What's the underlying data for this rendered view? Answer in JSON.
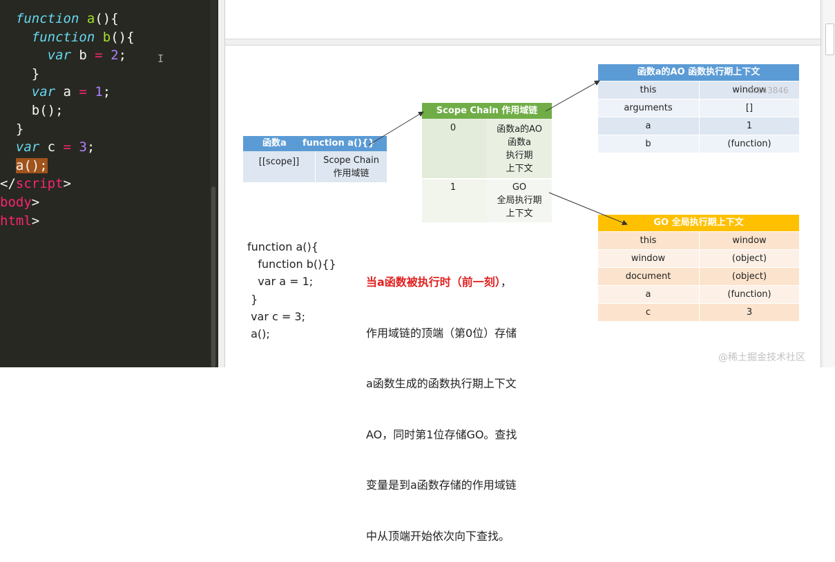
{
  "editor": {
    "lines": [
      {
        "indent": "  ",
        "parts": [
          {
            "t": "function",
            "c": "kw"
          },
          {
            "t": " ",
            "c": ""
          },
          {
            "t": "a",
            "c": "fn"
          },
          {
            "t": "(){",
            "c": ""
          }
        ]
      },
      {
        "indent": "    ",
        "parts": [
          {
            "t": "function",
            "c": "kw"
          },
          {
            "t": " ",
            "c": ""
          },
          {
            "t": "b",
            "c": "fn"
          },
          {
            "t": "(){",
            "c": ""
          }
        ]
      },
      {
        "indent": "      ",
        "parts": [
          {
            "t": "var",
            "c": "kw"
          },
          {
            "t": " b ",
            "c": ""
          },
          {
            "t": "=",
            "c": "op"
          },
          {
            "t": " ",
            "c": ""
          },
          {
            "t": "2",
            "c": "num"
          },
          {
            "t": ";",
            "c": ""
          }
        ]
      },
      {
        "indent": "    ",
        "parts": [
          {
            "t": "}",
            "c": ""
          }
        ]
      },
      {
        "indent": "    ",
        "parts": [
          {
            "t": "var",
            "c": "kw"
          },
          {
            "t": " a ",
            "c": ""
          },
          {
            "t": "=",
            "c": "op"
          },
          {
            "t": " ",
            "c": ""
          },
          {
            "t": "1",
            "c": "num"
          },
          {
            "t": ";",
            "c": ""
          }
        ]
      },
      {
        "indent": "    ",
        "parts": [
          {
            "t": "b();",
            "c": ""
          }
        ]
      },
      {
        "indent": "  ",
        "parts": [
          {
            "t": "}",
            "c": ""
          }
        ]
      },
      {
        "indent": "  ",
        "parts": [
          {
            "t": "var",
            "c": "kw"
          },
          {
            "t": " c ",
            "c": ""
          },
          {
            "t": "=",
            "c": "op"
          },
          {
            "t": " ",
            "c": ""
          },
          {
            "t": "3",
            "c": "num"
          },
          {
            "t": ";",
            "c": ""
          }
        ]
      },
      {
        "indent": "  ",
        "parts": [
          {
            "t": "a();",
            "c": "hl"
          }
        ]
      },
      {
        "indent": "",
        "parts": [
          {
            "t": "</",
            "c": ""
          },
          {
            "t": "script",
            "c": "tg"
          },
          {
            "t": ">",
            "c": ""
          }
        ]
      },
      {
        "indent": "",
        "parts": [
          {
            "t": "body",
            "c": "tg"
          },
          {
            "t": ">",
            "c": ""
          }
        ]
      },
      {
        "indent": "",
        "parts": [
          {
            "t": "html",
            "c": "tg"
          },
          {
            "t": ">",
            "c": ""
          }
        ]
      }
    ],
    "cursor_glyph": "I"
  },
  "func_a_box": {
    "header_left": "函数a",
    "header_right": "function a(){}",
    "scope_key": "[[scope]]",
    "scope_value_1": "Scope Chain",
    "scope_value_2": "作用域链"
  },
  "scope_chain_box": {
    "header": "Scope Chain 作用域链",
    "rows": [
      {
        "index": "0",
        "lines": [
          "函数a的AO",
          "函数a",
          "执行期",
          "上下文"
        ]
      },
      {
        "index": "1",
        "lines": [
          "GO",
          "全局执行期",
          "上下文"
        ]
      }
    ]
  },
  "ao_box": {
    "header": "函数a的AO 函数执行期上下文",
    "rows": [
      {
        "key": "this",
        "value": "window"
      },
      {
        "key": "arguments",
        "value": "[]"
      },
      {
        "key": "a",
        "value": "1"
      },
      {
        "key": "b",
        "value": "(function)"
      }
    ],
    "watermark": "W143846"
  },
  "go_box": {
    "header": "GO 全局执行期上下文",
    "rows": [
      {
        "key": "this",
        "value": "window"
      },
      {
        "key": "window",
        "value": "(object)"
      },
      {
        "key": "document",
        "value": "(object)"
      },
      {
        "key": "a",
        "value": "(function)"
      },
      {
        "key": "c",
        "value": "3"
      }
    ]
  },
  "snippet": [
    "function a(){",
    "   function b(){}",
    "   var a = 1;",
    " }",
    " var c = 3;",
    " a();"
  ],
  "description": {
    "highlight": "当a函数被执行时（前一刻）",
    "after_highlight": "，",
    "lines": [
      "作用域链的顶端（第0位）存储",
      "a函数生成的函数执行期上下文",
      "AO，同时第1位存储GO。查找",
      "变量是到a函数存储的作用域链",
      "中从顶端开始依次向下查找。"
    ]
  },
  "watermark_bottom": "@稀土掘金技术社区",
  "colors": {
    "editor_bg": "#272822",
    "blue_header": "#5b9bd5",
    "green_header": "#70ad47",
    "orange_header": "#ffc000",
    "highlight_red": "#e02020"
  }
}
